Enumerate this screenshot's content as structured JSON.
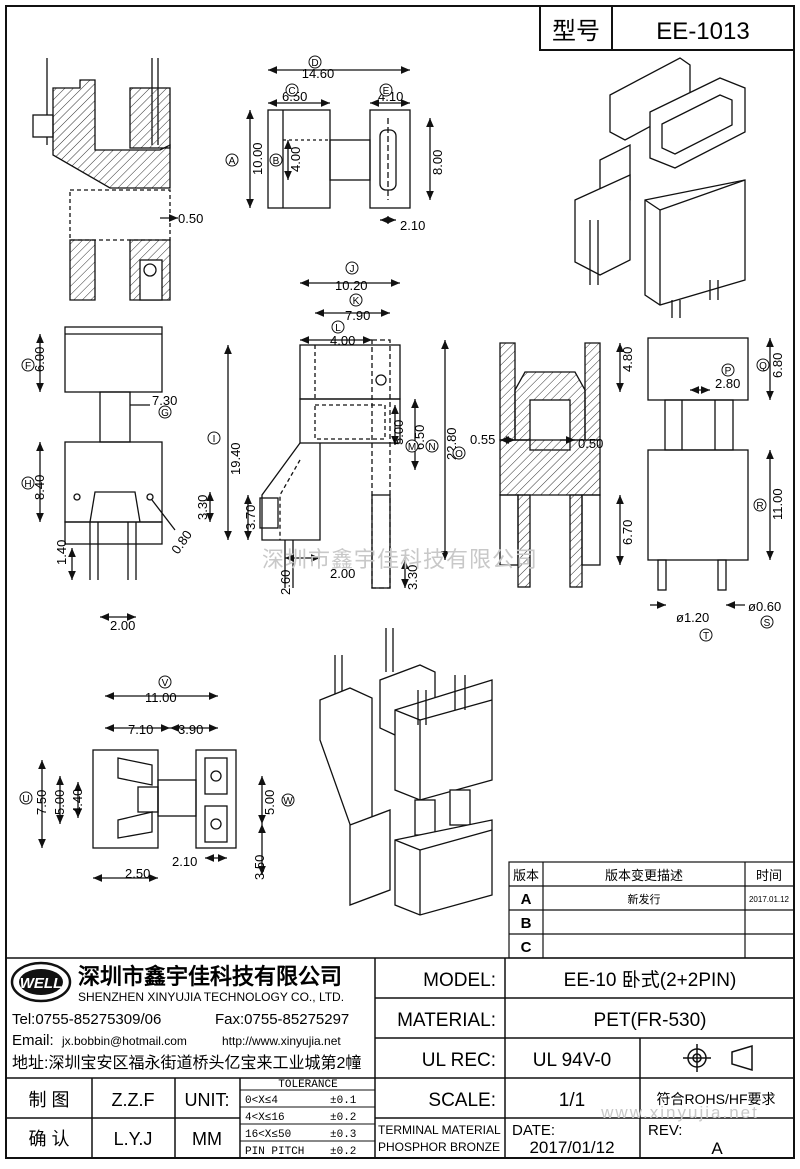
{
  "header": {
    "label": "型号",
    "part_no": "EE-1013"
  },
  "watermarks": {
    "company": "深圳市鑫宇佳科技有限公司",
    "site": "www.xinyujia.net"
  },
  "dims": {
    "v1": {
      "d": "14.60",
      "c": "6.50",
      "e": "4.10",
      "a": "10.00",
      "b": "4.00",
      "h": "8.00",
      "w": "2.10",
      "t": "0.50"
    },
    "v2": {
      "f": "6.00",
      "g": "7.30",
      "h": "8.40",
      "i": "3.30",
      "j": "1.40",
      "k": "0.80",
      "l": "2.00"
    },
    "v3": {
      "j": "10.20",
      "k": "7.90",
      "l": "4.00",
      "i": "19.40",
      "m": "5.00",
      "n": "6.50",
      "o": "22.80",
      "p": "3.70",
      "q": "2.60",
      "r": "2.00",
      "s": "3.30"
    },
    "v4": {
      "p1": "0.55",
      "p2": "0.50",
      "p3": "4.80",
      "p4": "6.70"
    },
    "v5": {
      "q": "6.80",
      "p": "2.80",
      "r": "11.00",
      "t": "ø1.20",
      "s": "ø0.60"
    },
    "v6": {
      "v": "11.00",
      "a": "7.10",
      "b": "3.90",
      "u": "7.50",
      "c": "5.00",
      "d": "4.40",
      "w": "5.00",
      "e": "2.10",
      "f": "3.50",
      "g": "2.50"
    }
  },
  "labels": {
    "A": "A",
    "B": "B",
    "C": "C",
    "D": "D",
    "E": "E",
    "F": "F",
    "G": "G",
    "H": "H",
    "I": "I",
    "J": "J",
    "K": "K",
    "L": "L",
    "M": "M",
    "N": "N",
    "O": "O",
    "P": "P",
    "Q": "Q",
    "R": "R",
    "S": "S",
    "T": "T",
    "U": "U",
    "V": "V",
    "W": "W"
  },
  "revision": {
    "col_rev": "版本",
    "col_desc": "版本变更描述",
    "col_date": "时间",
    "rows": [
      {
        "rev": "A",
        "desc": "新发行",
        "date": "2017.01.12"
      },
      {
        "rev": "B",
        "desc": "",
        "date": ""
      },
      {
        "rev": "C",
        "desc": "",
        "date": ""
      }
    ]
  },
  "company": {
    "logo": "WELL",
    "name_cn": "深圳市鑫宇佳科技有限公司",
    "name_en": "SHENZHEN XINYUJIA TECHNOLOGY CO., LTD.",
    "tel": "Tel:0755-85275309/06",
    "fax": "Fax:0755-85275297",
    "email_label": "Email:",
    "email": "jx.bobbin@hotmail.com",
    "http": "http://www.xinyujia.net",
    "address": "地址:深圳宝安区福永街道桥头亿宝来工业城第2幢"
  },
  "title_block": {
    "model_label": "MODEL:",
    "model_value": "EE-10 卧式(2+2PIN)",
    "material_label": "MATERIAL:",
    "material_value": "PET(FR-530)",
    "ulrec_label": "UL REC:",
    "ulrec_value": "UL 94V-0",
    "scale_label": "SCALE:",
    "scale_value": "1/1",
    "rohs": "符合ROHS/HF要求",
    "terminal_material": "TERMINAL MATERIAL",
    "phosphor_bronze": "PHOSPHOR BRONZE",
    "date_label": "DATE:",
    "date_value": "2017/01/12",
    "rev_label": "REV:",
    "rev_value": "A",
    "draw_label": "制 图",
    "draw_value": "Z.Z.F",
    "check_label": "确 认",
    "check_value": "L.Y.J",
    "unit_label": "UNIT:",
    "unit_value": "MM",
    "tolerance_label": "TOLERANCE",
    "tolerance_rows": [
      {
        "range": "0<X≤4",
        "tol": "±0.1"
      },
      {
        "range": "4<X≤16",
        "tol": "±0.2"
      },
      {
        "range": "16<X≤50",
        "tol": "±0.3"
      },
      {
        "range": "PIN PITCH",
        "tol": "±0.2"
      }
    ]
  }
}
